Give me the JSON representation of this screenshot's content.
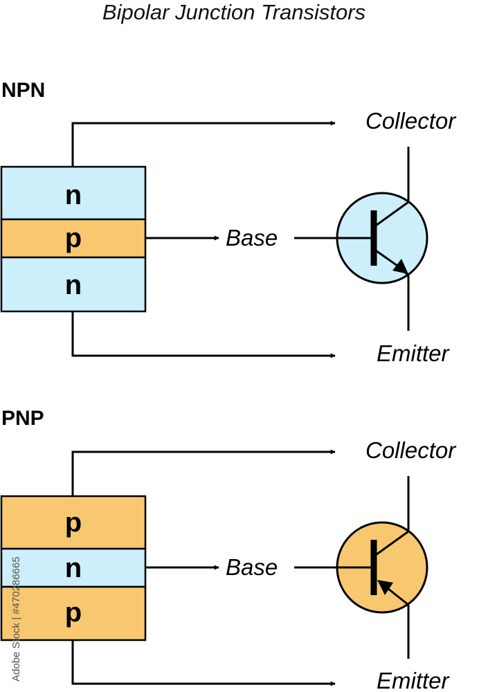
{
  "title": "Bipolar Junction Transistors",
  "colors": {
    "n_layer": "#cdeefb",
    "p_layer": "#f8c870",
    "outline": "#000000"
  },
  "npn": {
    "label": "NPN",
    "layers": [
      "n",
      "p",
      "n"
    ],
    "collector": "Collector",
    "base": "Base",
    "emitter": "Emitter"
  },
  "pnp": {
    "label": "PNP",
    "layers": [
      "p",
      "n",
      "p"
    ],
    "collector": "Collector",
    "base": "Base",
    "emitter": "Emitter"
  },
  "stock_credit": "Adobe Stock | #470286665"
}
